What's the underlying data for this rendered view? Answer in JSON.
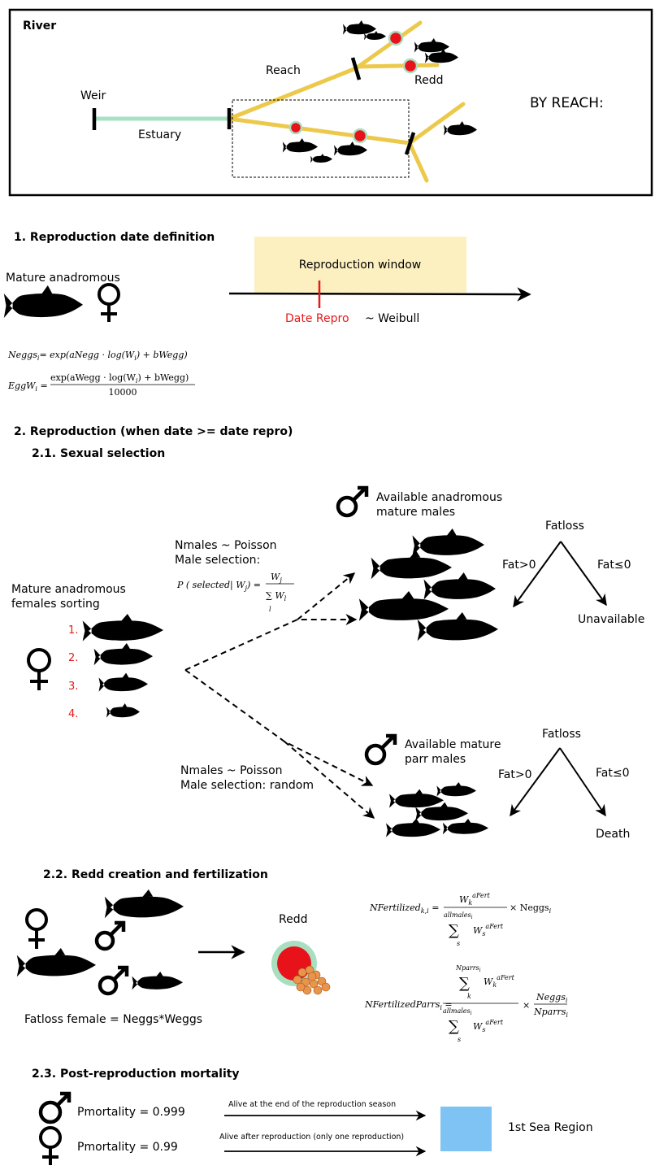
{
  "river": {
    "title": "River",
    "weir": "Weir",
    "estuary": "Estuary",
    "reach": "Reach",
    "redd": "Redd",
    "by_reach": "BY REACH:"
  },
  "s1": {
    "heading": "1. Reproduction date definition",
    "mature": "Mature anadromous",
    "window": "Reproduction window",
    "date": "Date Repro",
    "weibull": "~ Weibull",
    "eq1_lhs": "Neggs",
    "eq1_sub": "i",
    "eq1_rhs": "= exp(aNegg · log(W",
    "eq1_tail": ") + bWegg)",
    "eq2_lhs": "EggW",
    "eq2_sub": "i",
    "eq2_num": "exp(aWegg · log(W",
    "eq2_num_tail": ") + bWegg)",
    "eq2_den": "10000"
  },
  "s2": {
    "heading": "2. Reproduction (when date >= date repro)",
    "sub1": "2.1. Sexual selection",
    "females_line1": "Mature anadromous",
    "females_line2": "females sorting",
    "ranks": [
      "1.",
      "2.",
      "3.",
      "4."
    ],
    "anad_males_line1": "Available anadromous",
    "anad_males_line2": "mature males",
    "nmales1": "Nmales ~ Poisson",
    "sel1": "Male selection:",
    "prob_lhs": "P ( selected| W",
    "prob_num": "W",
    "prob_den": "∑ W",
    "fatloss": "Fatloss",
    "fat_pos": "Fat>0",
    "fat_neg": "Fat≤0",
    "unavailable": "Unavailable",
    "parr_line1": "Available mature",
    "parr_line2": "parr males",
    "nmales2": "Nmales ~ Poisson",
    "sel2": "Male selection: random",
    "death": "Death"
  },
  "s22": {
    "heading": "2.2. Redd creation and fertilization",
    "redd": "Redd",
    "fatloss_female": "Fatloss female = Neggs*Weggs",
    "nf_lhs": "NFertilized",
    "nf_sub": "k,i",
    "nf_num": "W",
    "nf_den": "W",
    "nf_sum": "allmales",
    "nf_times": "× Neggs",
    "nfp_lhs": "NFertilizedParrs",
    "nfp_sub": "i",
    "nfp_top": "Nparrs",
    "nfp_bot": "allmales",
    "nfp_frac_num": "Neggs",
    "nfp_frac_den": "Nparrs",
    "afert": "aFert"
  },
  "s23": {
    "heading": "2.3. Post-reproduction mortality",
    "pm_male": "Pmortality = 0.999",
    "pm_female": "Pmortality = 0.99",
    "arrow_male": "Alive at the end of the reproduction season",
    "arrow_female": "Alive after reproduction (only one reproduction)",
    "sea": "1st Sea Region"
  },
  "colors": {
    "reach": "#ecc94b",
    "estuary": "#a5e3c3",
    "redd_red": "#e8121a",
    "redd_halo": "#a9dfc0",
    "window": "#fcefc0",
    "red_text": "#e61919",
    "sea": "#7ec3f3",
    "egg": "#e9944a"
  }
}
